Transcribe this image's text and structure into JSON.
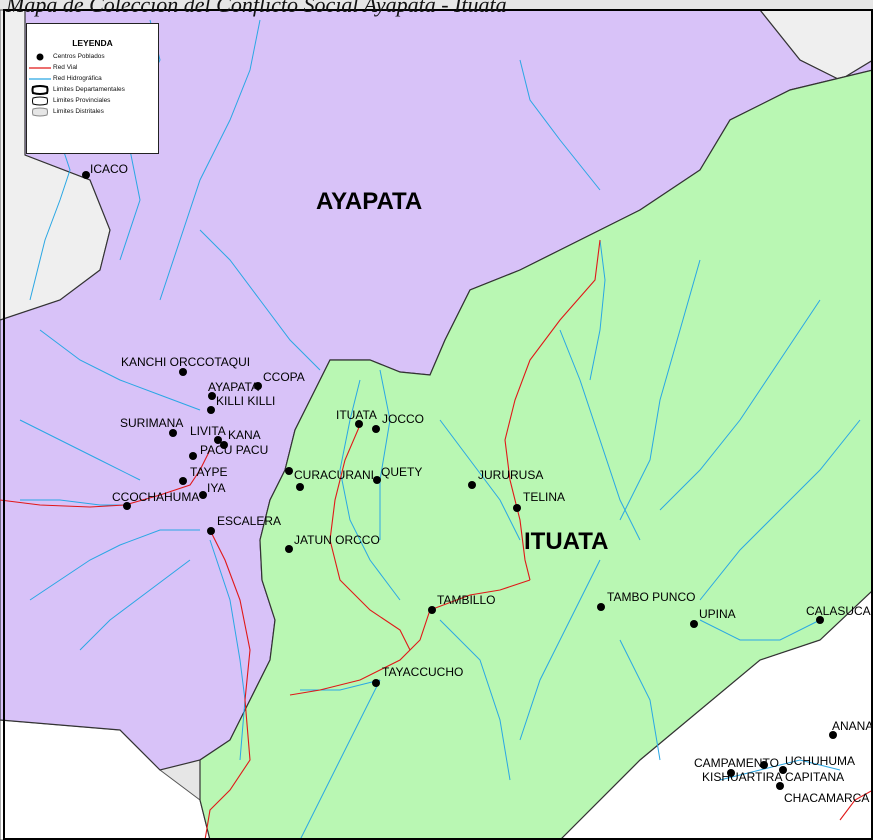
{
  "title": "Mapa de Colección del Conflicto Social Ayapata - Ituata",
  "legend": {
    "title": "LEYENDA",
    "items": [
      {
        "label": "Centros Poblados",
        "icon": "dot-icon"
      },
      {
        "label": "Red Vial",
        "icon": "red-line-icon",
        "color": "#e01818"
      },
      {
        "label": "Red Hidrográfica",
        "icon": "blue-line-icon",
        "color": "#2aa7e4"
      },
      {
        "label": "Limites Departamentales",
        "icon": "department-boundary-icon"
      },
      {
        "label": "Limites Provinciales",
        "icon": "province-boundary-icon"
      },
      {
        "label": "Limites Distritales",
        "icon": "district-boundary-icon"
      }
    ]
  },
  "districts": {
    "ayapata": {
      "label": "AYAPATA",
      "color": "#d8c2f8"
    },
    "ituata": {
      "label": "ITUATA",
      "color": "#b9f7b3"
    },
    "outside_color": "#e6e6e6"
  },
  "places": [
    {
      "name": "ICACO"
    },
    {
      "name": "KANCHI ORCCOTAQUI"
    },
    {
      "name": "CCOPA"
    },
    {
      "name": "AYAPATA"
    },
    {
      "name": "KILLI KILLI"
    },
    {
      "name": "SURIMANA"
    },
    {
      "name": "LIVITA"
    },
    {
      "name": "KANA"
    },
    {
      "name": "PACU PACU"
    },
    {
      "name": "TAYPE"
    },
    {
      "name": "IYA"
    },
    {
      "name": "CCOCHAHUMA"
    },
    {
      "name": "ESCALERA"
    },
    {
      "name": "ITUATA"
    },
    {
      "name": "JOCCO"
    },
    {
      "name": "CURACURANI"
    },
    {
      "name": "QUETY"
    },
    {
      "name": "JURURUSA"
    },
    {
      "name": "TELINA"
    },
    {
      "name": "JATUN ORCCO"
    },
    {
      "name": "TAMBILLO"
    },
    {
      "name": "TAMBO PUNCO"
    },
    {
      "name": "UPINA"
    },
    {
      "name": "CALASUCA"
    },
    {
      "name": "TAYACCUCHO"
    },
    {
      "name": "ANANA"
    },
    {
      "name": "CAMPAMENTO"
    },
    {
      "name": "UCHUHUMA"
    },
    {
      "name": "KISHUARTIRA"
    },
    {
      "name": "CAPITANA"
    },
    {
      "name": "CHACAMARCA"
    }
  ]
}
